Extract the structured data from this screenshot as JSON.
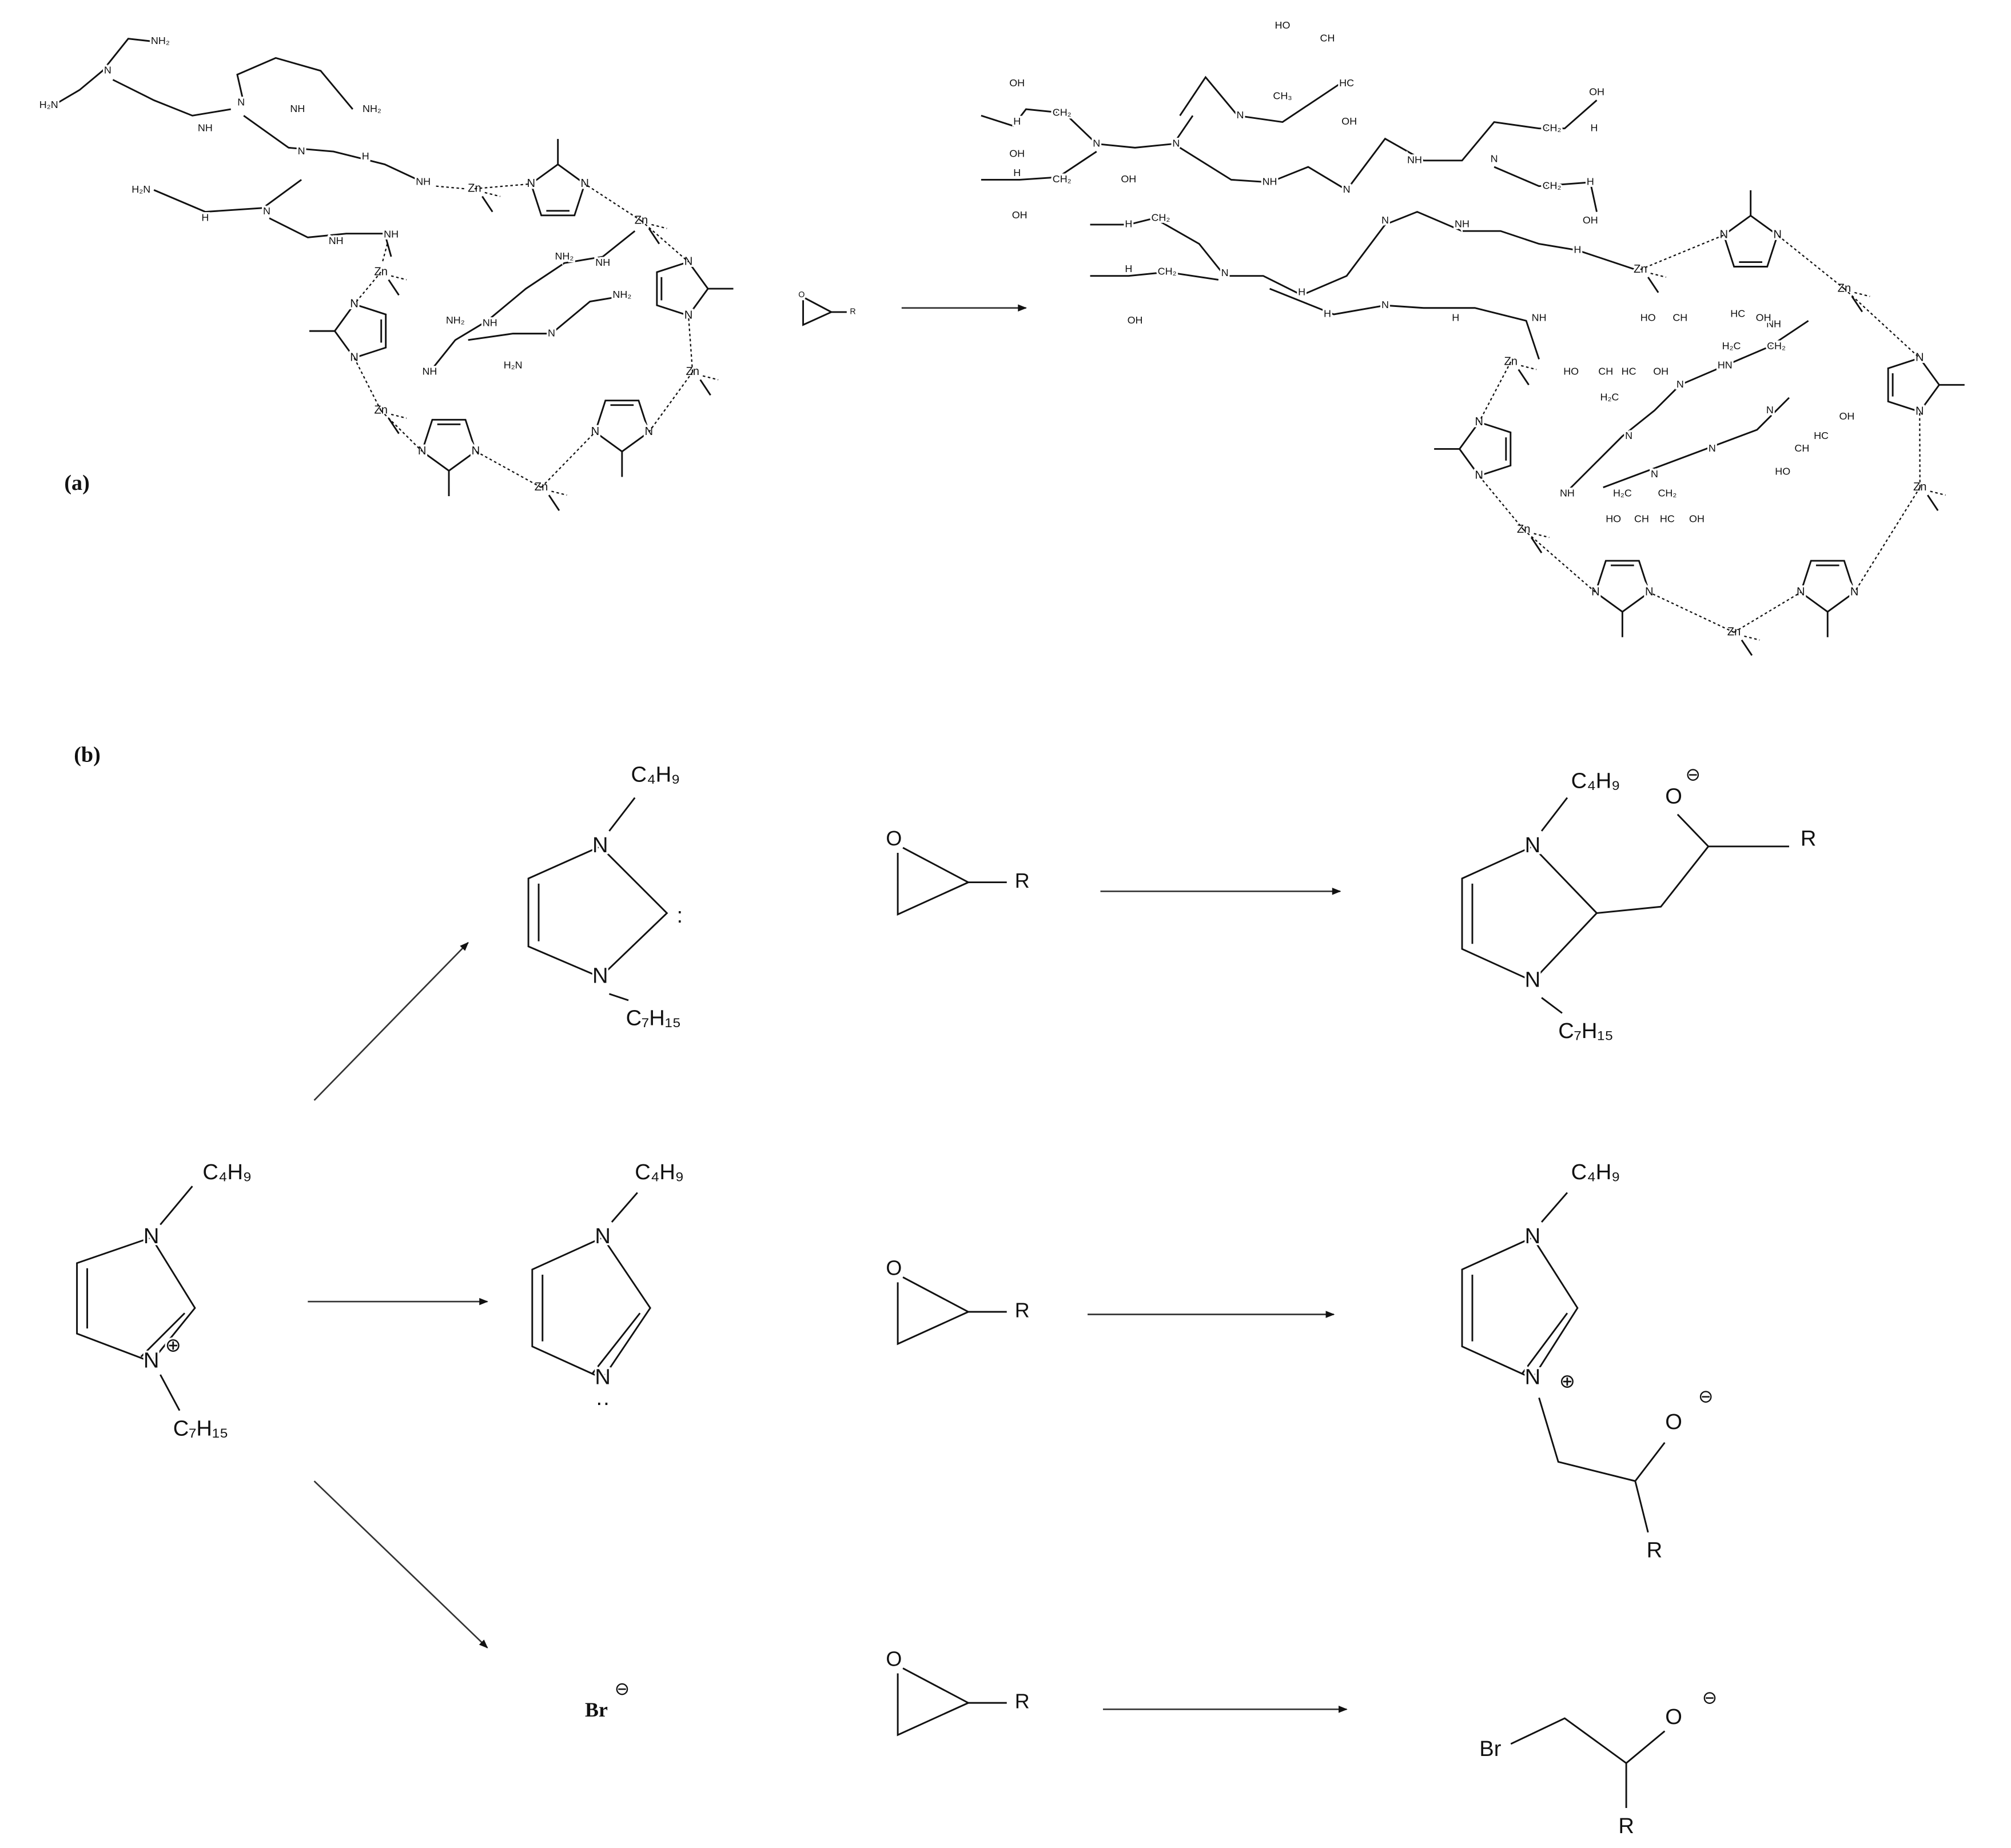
{
  "panel_labels": {
    "a": "(a)",
    "b": "(b)"
  },
  "atoms": {
    "N": "N",
    "O": "O",
    "R": "R",
    "Br": "Br",
    "Zn": "Zn",
    "NH": "NH",
    "H": "H",
    "NH2": "NH₂",
    "H2N": "H₂N",
    "OH": "OH",
    "HO": "HO",
    "CH2": "CH₂",
    "H2C": "H₂C",
    "CH": "CH",
    "HC": "HC",
    "CH3": "CH₃",
    "C4H9": "C₄H₉",
    "C7H15": "C₇H₁₅"
  },
  "charges": {
    "plus": "⊕",
    "minus": "⊖"
  },
  "lone_pair_carbene": ":",
  "lone_pair_nitrogen": "··",
  "colors": {
    "ink": "#111111",
    "arrow": "#333333",
    "background": "#ffffff"
  }
}
